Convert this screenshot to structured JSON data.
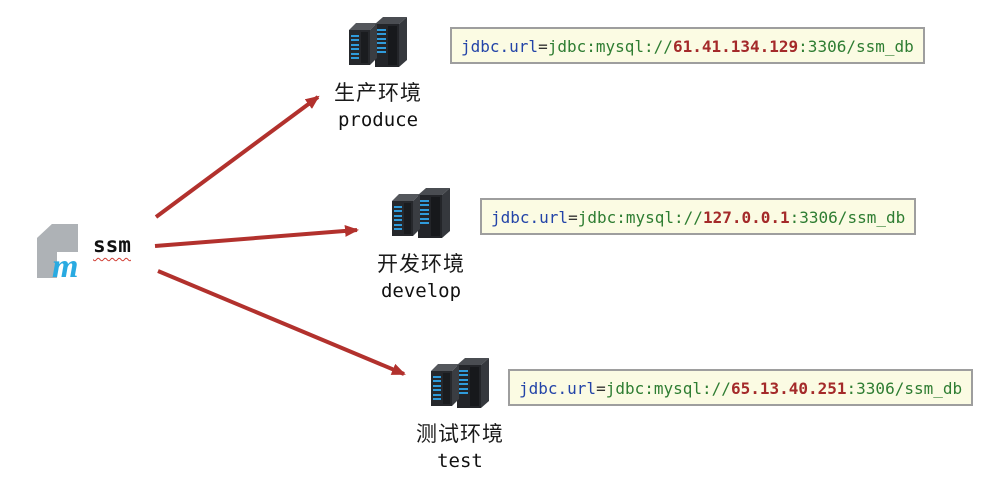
{
  "source": {
    "label": "ssm",
    "icon": "maven-icon",
    "icon_letter": "m"
  },
  "environments": [
    {
      "name_zh": "生产环境",
      "name_en": "produce",
      "jdbc": {
        "key": "jdbc.url",
        "eq": "=",
        "protocol": "jdbc:mysql://",
        "host": "61.41.134.129",
        "suffix": ":3306/ssm_db"
      }
    },
    {
      "name_zh": "开发环境",
      "name_en": "develop",
      "jdbc": {
        "key": "jdbc.url",
        "eq": "=",
        "protocol": "jdbc:mysql://",
        "host": "127.0.0.1",
        "suffix": ":3306/ssm_db"
      }
    },
    {
      "name_zh": "测试环境",
      "name_en": "test",
      "jdbc": {
        "key": "jdbc.url",
        "eq": "=",
        "protocol": "jdbc:mysql://",
        "host": "65.13.40.251",
        "suffix": ":3306/ssm_db"
      }
    }
  ],
  "colors": {
    "arrow": "#b2312d",
    "code_key": "#2344a8",
    "code_value": "#2e7d32",
    "code_host": "#a42a2a",
    "box_background": "#fbfbe3",
    "box_border": "#9e9e9e",
    "maven_m": "#29aae1",
    "server_body": "#232529",
    "server_stripe": "#2f9bdb"
  }
}
